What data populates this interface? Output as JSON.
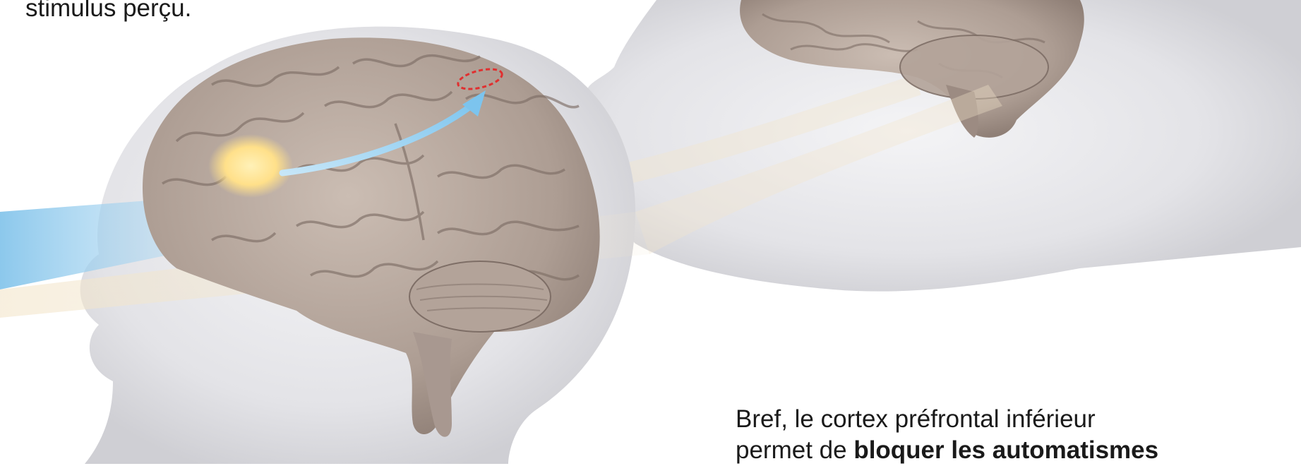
{
  "captions": {
    "top_fragment": "stimulus perçu.",
    "bottom_line1": "Bref, le cortex préfrontal inférieur",
    "bottom_line2_plain": "permet de ",
    "bottom_line2_bold": "bloquer les automatismes"
  },
  "colors": {
    "brain": "#b5a69c",
    "skin": "#e6e6e9",
    "vision_beam": "#9fd0ee",
    "highlight_area": "#ffe08a",
    "arrow": "#8cccf0",
    "target_outline": "#e03030"
  }
}
